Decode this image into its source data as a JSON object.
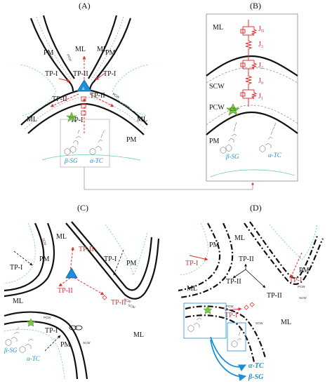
{
  "panels": {
    "a": {
      "title": "(A)",
      "ml_top": "ML",
      "pm_left": "PM",
      "pm_right": "PM",
      "ml_left": "ML",
      "ml_right": "ML",
      "pm_bottom": "PM",
      "tp1_left": "TP-I",
      "tp2_top": "TP-II",
      "tp1_right": "TP-I",
      "tp2_left": "TP-II",
      "tp2_right": "TP-II",
      "tp1_center": "TP-I",
      "scw": "SCW",
      "pcw": "PCW",
      "beta_sg": "β-SG",
      "alpha_tc": "α-TC",
      "cs_badge": "CS",
      "triangle_badge": "a"
    },
    "b": {
      "title": "(B)",
      "ml": "ML",
      "scw": "SCW",
      "pcw": "PCW",
      "pm": "PM",
      "cs": "CS",
      "j_labels": [
        "J",
        "J",
        "J",
        "J",
        "J"
      ],
      "j_subs": [
        "N",
        "3",
        "2",
        "0",
        "1"
      ],
      "beta_sg": "β-SG",
      "alpha_tc": "α-TC"
    },
    "c": {
      "title": "(C)",
      "ml_left": "ML",
      "pm_left": "PM",
      "tp1_left": "TP-I",
      "ml_low": "ML",
      "tp2_upper": "TP-II",
      "tp2_lower": "TP-II",
      "tp2_right": "TP-II",
      "tp1_right": "TP-I",
      "pm_right": "PM",
      "pm_bottom": "PM",
      "tp1_bottom": "TP-I",
      "ml_bottom": "ML",
      "scw": "SCW",
      "pcw": "PCW",
      "alpha_tc": "α-TC",
      "beta_sg": "β-SG"
    },
    "d": {
      "title": "(D)",
      "pm_top": "PM",
      "ml_top": "ML",
      "tp2_top": "TP-II",
      "tp1_left": "TP-I",
      "pm_right": "PM",
      "tp1_right": "TP-I",
      "ml_left": "ML",
      "tp2_low_left": "TP-II",
      "tp2_low_right": "TP-II",
      "pcw": "PCW",
      "tp1_bottom": "TP-I",
      "scw": "SCW",
      "ml_bottom": "ML",
      "alpha_tc": "α-TC",
      "beta_sg": "β-SG"
    }
  },
  "colors": {
    "wall": "#111111",
    "thin_wall": "#888888",
    "pm_membrane": "#66ccaa",
    "arrow_red": "#e03131",
    "triangle_blue": "#1c8fd9",
    "cs_green": "#7ac943",
    "molecule_blue": "#1c8fd9",
    "connector_grey": "#999999"
  }
}
